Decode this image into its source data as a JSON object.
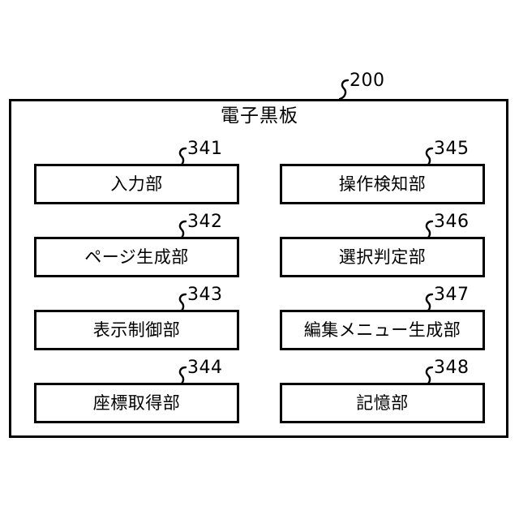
{
  "figure": {
    "type": "patent-block-diagram",
    "background_color": "#ffffff",
    "line_color": "#000000"
  },
  "device": {
    "title": "電子黒板",
    "reference_number": "200"
  },
  "components": [
    {
      "reference_number": "341",
      "label": "入力部",
      "column": "left",
      "row": 1
    },
    {
      "reference_number": "342",
      "label": "ページ生成部",
      "column": "left",
      "row": 2
    },
    {
      "reference_number": "343",
      "label": "表示制御部",
      "column": "left",
      "row": 3
    },
    {
      "reference_number": "344",
      "label": "座標取得部",
      "column": "left",
      "row": 4
    },
    {
      "reference_number": "345",
      "label": "操作検知部",
      "column": "right",
      "row": 1
    },
    {
      "reference_number": "346",
      "label": "選択判定部",
      "column": "right",
      "row": 2
    },
    {
      "reference_number": "347",
      "label": "編集メニュー生成部",
      "column": "right",
      "row": 3
    },
    {
      "reference_number": "348",
      "label": "記憶部",
      "column": "right",
      "row": 4
    }
  ]
}
